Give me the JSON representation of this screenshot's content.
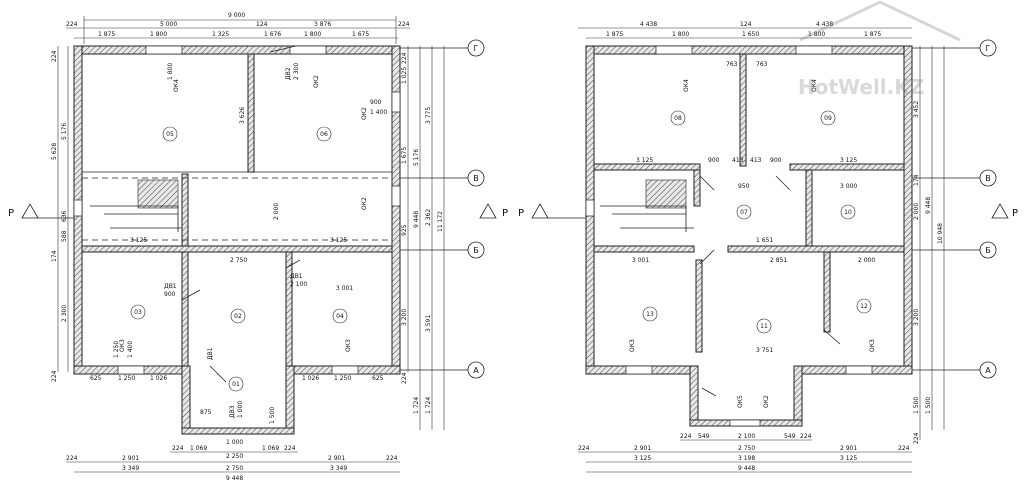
{
  "watermark": "HotWell.KZ",
  "plan_left": {
    "top_overall": "9 000",
    "top_parts": [
      "5 000",
      "124",
      "3 876",
      "224",
      "224"
    ],
    "top_detail": [
      "1 875",
      "1 800",
      "1 325",
      "1 676",
      "1 800",
      "1 675"
    ],
    "bottom_detail": [
      "224",
      "1 069",
      "2 250",
      "1 069",
      "224"
    ],
    "bottom_mid": [
      "224",
      "2 901",
      "2 901",
      "224"
    ],
    "bottom_overall": [
      "3 349",
      "2 750",
      "3 349"
    ],
    "bottom_total": "9 448",
    "left_dims": [
      "224",
      "5 628",
      "5 176",
      "636",
      "588",
      "2 300",
      "224",
      "174"
    ],
    "right_dims": [
      "224",
      "1 025",
      "1 675",
      "5 176",
      "3 775",
      "925",
      "2 362",
      "9 448",
      "11 172",
      "3 200",
      "3 591",
      "224",
      "1 724",
      "1 724"
    ],
    "rooms": [
      "05",
      "06",
      "03",
      "02",
      "04",
      "01"
    ],
    "windows": [
      "ОК4",
      "ОК2",
      "ОК2",
      "ОК2",
      "ОК3",
      "ОК3"
    ],
    "window_sizes": [
      "1 800",
      "1 400",
      "900",
      "1 400",
      "1 250",
      "1 400"
    ],
    "doors": [
      "ДВ1",
      "ДВ1",
      "ДВ1",
      "ДВ2",
      "ДВ3"
    ],
    "door_sizes": [
      "900",
      "2 100",
      "1 000",
      "2 300"
    ],
    "inner_dims": [
      "3 125",
      "3 125",
      "2 750",
      "3 001",
      "2 000",
      "3 626",
      "875",
      "1 500",
      "1 000",
      "1 250",
      "1 026",
      "1 026",
      "1 250",
      "625",
      "625"
    ],
    "axes": [
      "Г",
      "В",
      "Б",
      "А"
    ],
    "section": "Р"
  },
  "plan_right": {
    "top_parts": [
      "4 438",
      "124",
      "4 438"
    ],
    "top_detail": [
      "1 875",
      "1 800",
      "1 650",
      "1 800",
      "1 875"
    ],
    "bottom_detail": [
      "224",
      "549",
      "2 100",
      "549",
      "224"
    ],
    "bottom_mid": [
      "224",
      "2 901",
      "2 750",
      "2 901",
      "224"
    ],
    "bottom_overall": [
      "3 125",
      "3 198",
      "3 125"
    ],
    "bottom_total": "9 448",
    "right_dims": [
      "3 452",
      "174",
      "2 000",
      "3 200",
      "9 448",
      "10 948",
      "1 500",
      "1 500",
      "224"
    ],
    "rooms": [
      "08",
      "09",
      "07",
      "10",
      "13",
      "11",
      "12"
    ],
    "windows": [
      "ОК4",
      "ОК4",
      "ОК3",
      "ОК3",
      "ОК5",
      "ОК2"
    ],
    "inner_dims": [
      "3 125",
      "900",
      "413",
      "413",
      "900",
      "3 125",
      "950",
      "3 000",
      "1 651",
      "3 001",
      "2 851",
      "2 000",
      "3 751",
      "763",
      "763"
    ],
    "axes": [
      "Г",
      "В",
      "Б",
      "А"
    ],
    "section": "Р"
  }
}
